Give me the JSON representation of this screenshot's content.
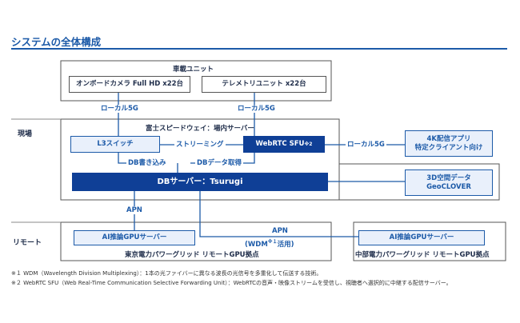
{
  "page": {
    "title": "システムの全体構成"
  },
  "sections": {
    "genba": "現場",
    "remote": "リモート"
  },
  "vehicle": {
    "group_label": "車載ユニット",
    "onboard": "オンボードカメラ Full HD x22台",
    "telemetry": "テレメトリユニット x22台"
  },
  "venue": {
    "group_label": "富士スピードウェイ：場内サーバー",
    "l3switch": "L3スイッチ",
    "webrtc_sfu": "WebRTC SFU",
    "webrtc_sup": "※2",
    "db_server": "DBサーバー：Tsurugi"
  },
  "right": {
    "app_line1": "4K配信アプリ",
    "app_line2": "特定クライアント向け",
    "geo_line1": "3D空間データ",
    "geo_line2": "GeoCLOVER"
  },
  "links": {
    "local5g_left": "ローカル5G",
    "local5g_right": "ローカル5G",
    "local5g_app": "ローカル5G",
    "streaming": "ストリーミング",
    "db_write": "DB書き込み",
    "db_read": "DBデータ取得",
    "apn": "APN",
    "apn2": "APN",
    "wdm_prefix": "(WDM",
    "wdm_sup": "※１",
    "wdm_suffix": "活用)"
  },
  "remote": {
    "tokyo_box": "AI推論GPUサーバー",
    "tokyo_label": "東京電力パワーグリッド リモートGPU拠点",
    "chubu_box": "AI推論GPUサーバー",
    "chubu_label": "中部電力パワーグリッド リモートGPU拠点"
  },
  "footnotes": [
    "※１ WDM（Wavelength Division Multiplexing）：1本の光ファイバーに異なる波長の光信号を多重化して伝送する技術。",
    "※２ WebRTC SFU（Web Real-Time Communication Selective Forwarding Unit）：WebRTCの音声・映像ストリームを受信し、視聴者へ選択的に中継する配信サーバー。"
  ]
}
